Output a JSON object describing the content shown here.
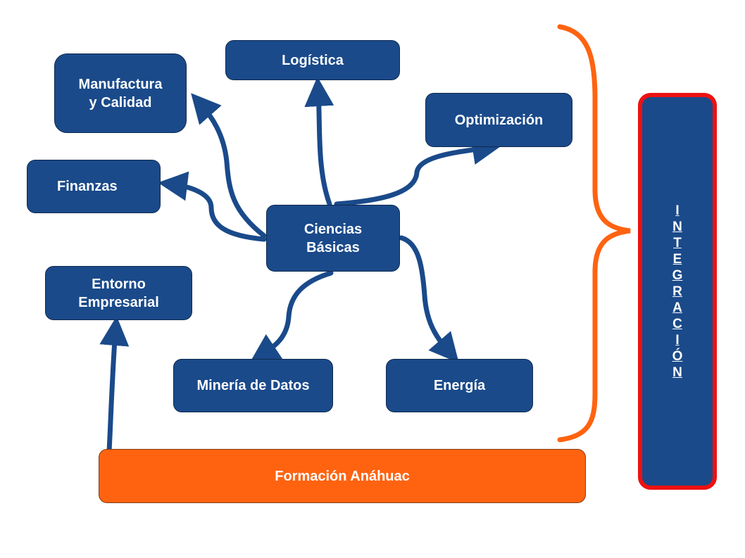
{
  "nodes": {
    "logistica": "Logística",
    "manufactura": "Manufactura\ny Calidad",
    "optimizacion": "Optimización",
    "finanzas": "Finanzas",
    "ciencias": "Ciencias\nBásicas",
    "entorno": "Entorno\nEmpresarial",
    "mineria": "Minería de Datos",
    "energia": "Energía",
    "formacion": "Formación Anáhuac"
  },
  "integracion": [
    "I",
    "N",
    "T",
    "E",
    "G",
    "R",
    "A",
    "C",
    "I",
    "Ó",
    "N"
  ],
  "colors": {
    "box": "#1a4a8a",
    "arrow": "#1a4a8a",
    "accent": "#ff6310",
    "border_red": "#ee1111"
  }
}
